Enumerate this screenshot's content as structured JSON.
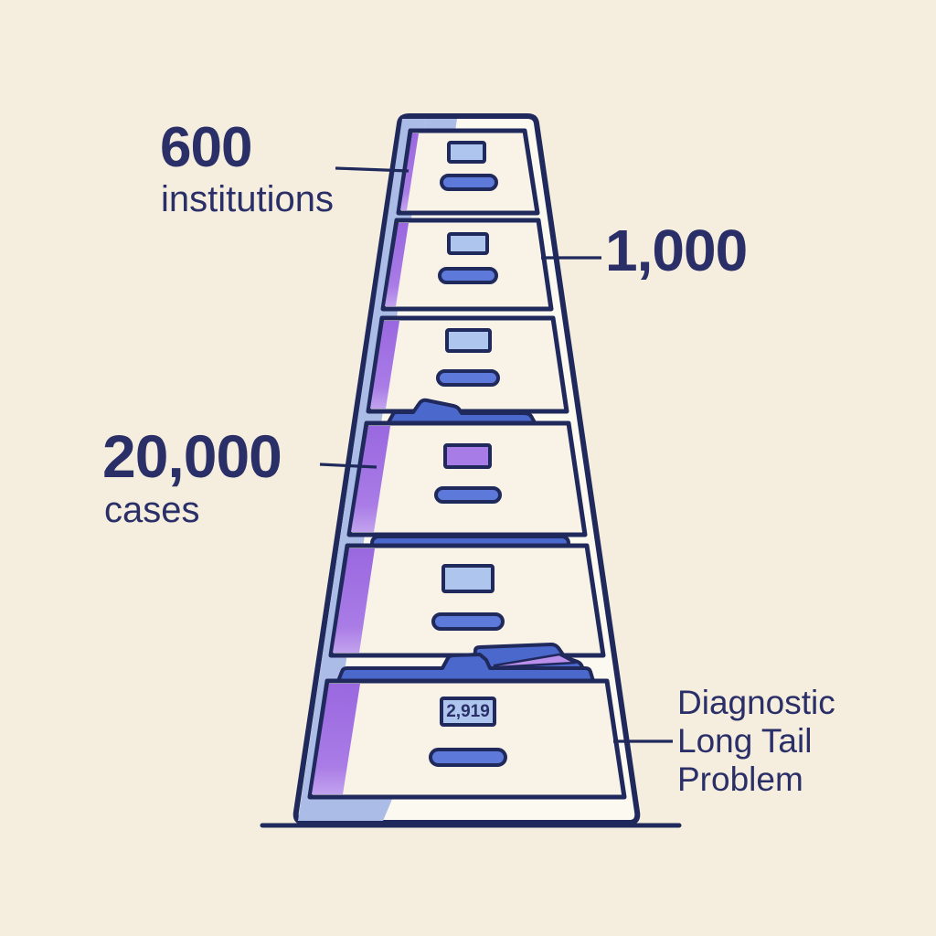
{
  "labels": {
    "institutions_value": "600",
    "institutions_unit": "institutions",
    "top_value": "1,000",
    "cases_value": "20,000",
    "cases_unit": "cases",
    "problem": "Diagnostic\nLong Tail\nProblem",
    "bottom_drawer_count": "2,919"
  },
  "cabinet": {
    "drawer_count": 6,
    "bottom_drawer_label": "2,919",
    "description": "Tapering filing cabinet tower with overflowing folders in lower drawers"
  },
  "colors": {
    "background": "#f5eedf",
    "outline_navy": "#20295c",
    "text_navy": "#2a2f68",
    "periwinkle": "#abbde7",
    "label_blue": "#aec5ee",
    "handle_blue": "#5d79da",
    "folder_blue": "#4b68cc",
    "accent_purple": "#9c6ce2",
    "label_purple": "#a87ce6",
    "purple_sliver": "#bb90ea",
    "drawer_face": "#f8f3e6",
    "frame_fill": "#fcf9f0"
  }
}
